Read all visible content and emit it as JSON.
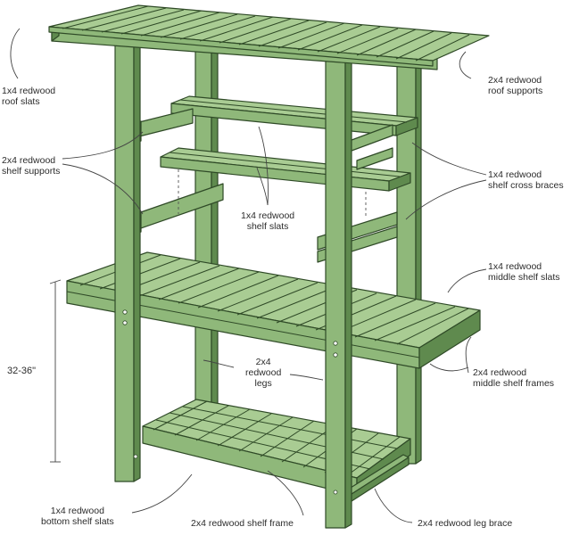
{
  "colors": {
    "wood": "#8fb87a",
    "wood_light": "#a9cc93",
    "wood_dark": "#5f8a4e",
    "outline": "#2f4a27",
    "label_text": "#2c2c2c",
    "leader": "#444444"
  },
  "labels": {
    "roof_slats": [
      "1x4 redwood",
      "roof slats"
    ],
    "roof_supports": [
      "2x4 redwood",
      "roof supports"
    ],
    "shelf_supports": [
      "2x4 redwood",
      "shelf supports"
    ],
    "shelf_slats": [
      "1x4 redwood",
      "shelf slats"
    ],
    "shelf_cross_braces": [
      "1x4 redwood",
      "shelf cross braces"
    ],
    "middle_shelf_slats": [
      "1x4 redwood",
      "middle shelf slats"
    ],
    "legs": [
      "2x4",
      "redwood",
      "legs"
    ],
    "middle_shelf_frames": [
      "2x4 redwood",
      "middle shelf frames"
    ],
    "height_dimension": "32-36\"",
    "bottom_shelf_slats": [
      "1x4 redwood",
      "bottom shelf slats"
    ],
    "shelf_frame": "2x4 redwood shelf frame",
    "leg_brace": "2x4 redwood leg brace"
  }
}
